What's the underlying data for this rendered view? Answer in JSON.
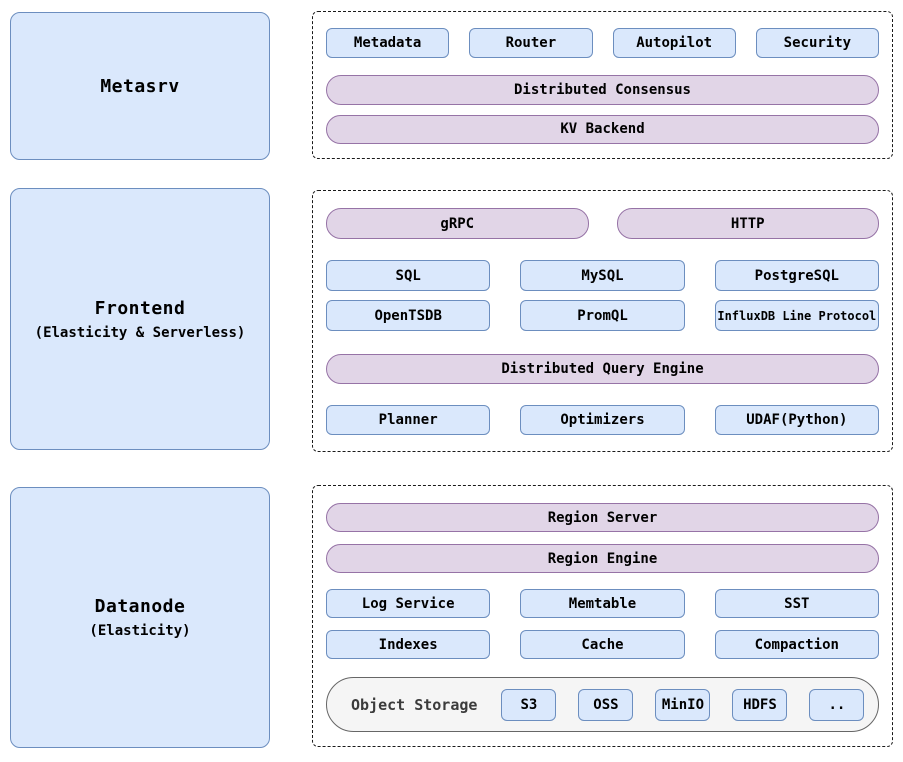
{
  "colors": {
    "blue_fill": "#dae8fc",
    "blue_stroke": "#6c8ebf",
    "purple_fill": "#e1d5e7",
    "purple_stroke": "#9673a6",
    "gray_fill": "#f5f5f5",
    "gray_stroke": "#666666",
    "dashed_border": "#1a1a1a"
  },
  "left_column": {
    "metasrv": {
      "title": "Metasrv",
      "subtitle": ""
    },
    "frontend": {
      "title": "Frontend",
      "subtitle": "(Elasticity & Serverless)"
    },
    "datanode": {
      "title": "Datanode",
      "subtitle": "(Elasticity)"
    }
  },
  "metasrv_panel": {
    "modules": [
      "Metadata",
      "Router",
      "Autopilot",
      "Security"
    ],
    "pills": [
      "Distributed Consensus",
      "KV Backend"
    ]
  },
  "frontend_panel": {
    "protocol_pills": [
      "gRPC",
      "HTTP"
    ],
    "protocols_row1": [
      "SQL",
      "MySQL",
      "PostgreSQL"
    ],
    "protocols_row2": [
      "OpenTSDB",
      "PromQL",
      "InfluxDB Line Protocol"
    ],
    "engine_pill": "Distributed Query Engine",
    "engine_row": [
      "Planner",
      "Optimizers",
      "UDAF(Python)"
    ]
  },
  "datanode_panel": {
    "pills": [
      "Region Server",
      "Region Engine"
    ],
    "storage_row1": [
      "Log Service",
      "Memtable",
      "SST"
    ],
    "storage_row2": [
      "Indexes",
      "Cache",
      "Compaction"
    ],
    "object_storage": {
      "label": "Object Storage",
      "backends": [
        "S3",
        "OSS",
        "MinIO",
        "HDFS",
        ".."
      ]
    }
  }
}
